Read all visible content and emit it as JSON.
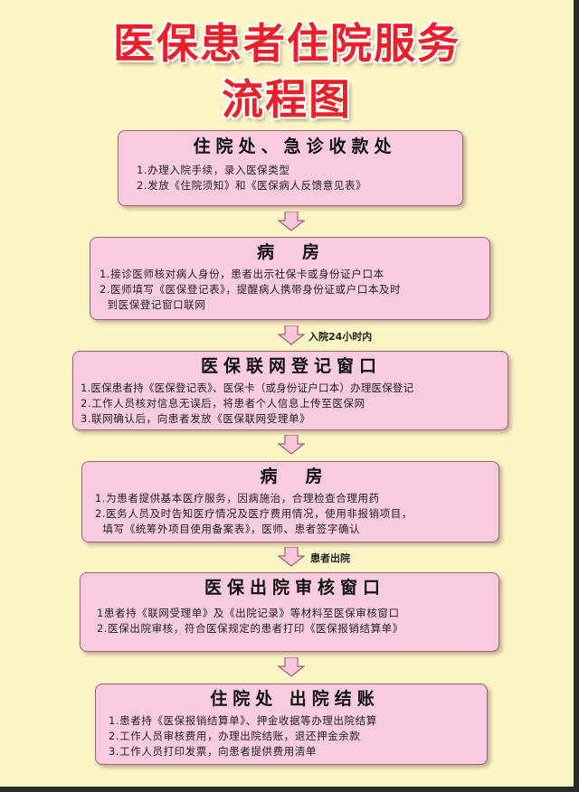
{
  "title_line1": "医保患者住院服务",
  "title_line2": "流程图",
  "steps": [
    {
      "title": "住院处、急诊收款处",
      "lines": [
        "1.办理入院手续，录入医保类型",
        "2.发放《住院须知》和《医保病人反馈意见表》"
      ]
    },
    {
      "title": "病　房",
      "lines": [
        "1.接诊医师核对病人身份，患者出示社保卡或身份证户口本",
        "2.医师填写《医保登记表》，提醒病人携带身份证或户口本及时",
        "  到医保登记窗口联网"
      ]
    },
    {
      "title": "医保联网登记窗口",
      "lines": [
        "1.医保患者持《医保登记表》、医保卡（或身份证户口本）办理医保登记",
        "2.工作人员核对信息无误后，将患者个人信息上传至医保网",
        "3.联网确认后，向患者发放《医保联网受理单》"
      ]
    },
    {
      "title": "病　房",
      "lines": [
        "1.为患者提供基本医疗服务，因病施治，合理检查合理用药",
        "2.医务人员及时告知医疗情况及医疗费用情况，使用非报销项目，",
        "  填写《统筹外项目使用备案表》，医师、患者签字确认"
      ]
    },
    {
      "title": "医保出院审核窗口",
      "lines": [
        "1患者持《联网受理单》及《出院记录》等材料至医保审核窗口",
        "2.医保出院审核，符合医保规定的患者打印《医保报销结算单》"
      ]
    },
    {
      "title": "住院处 出院结账",
      "lines": [
        "1.患者持《医保报销结算单》、押金收据等办理出院结算",
        "2.工作人员审核费用，办理出院结账，退还押金余款",
        "3.工作人员打印发票，向患者提供费用清单"
      ]
    }
  ],
  "arrow_notes": [
    "",
    "入院24小时内",
    "",
    "患者出院",
    ""
  ],
  "colors": {
    "background": "#fbf5c5",
    "title": "#e8202a",
    "box_fill": "#f8cbe0",
    "box_border": "#a0607a",
    "arrow_fill": "#f6c6dd"
  }
}
